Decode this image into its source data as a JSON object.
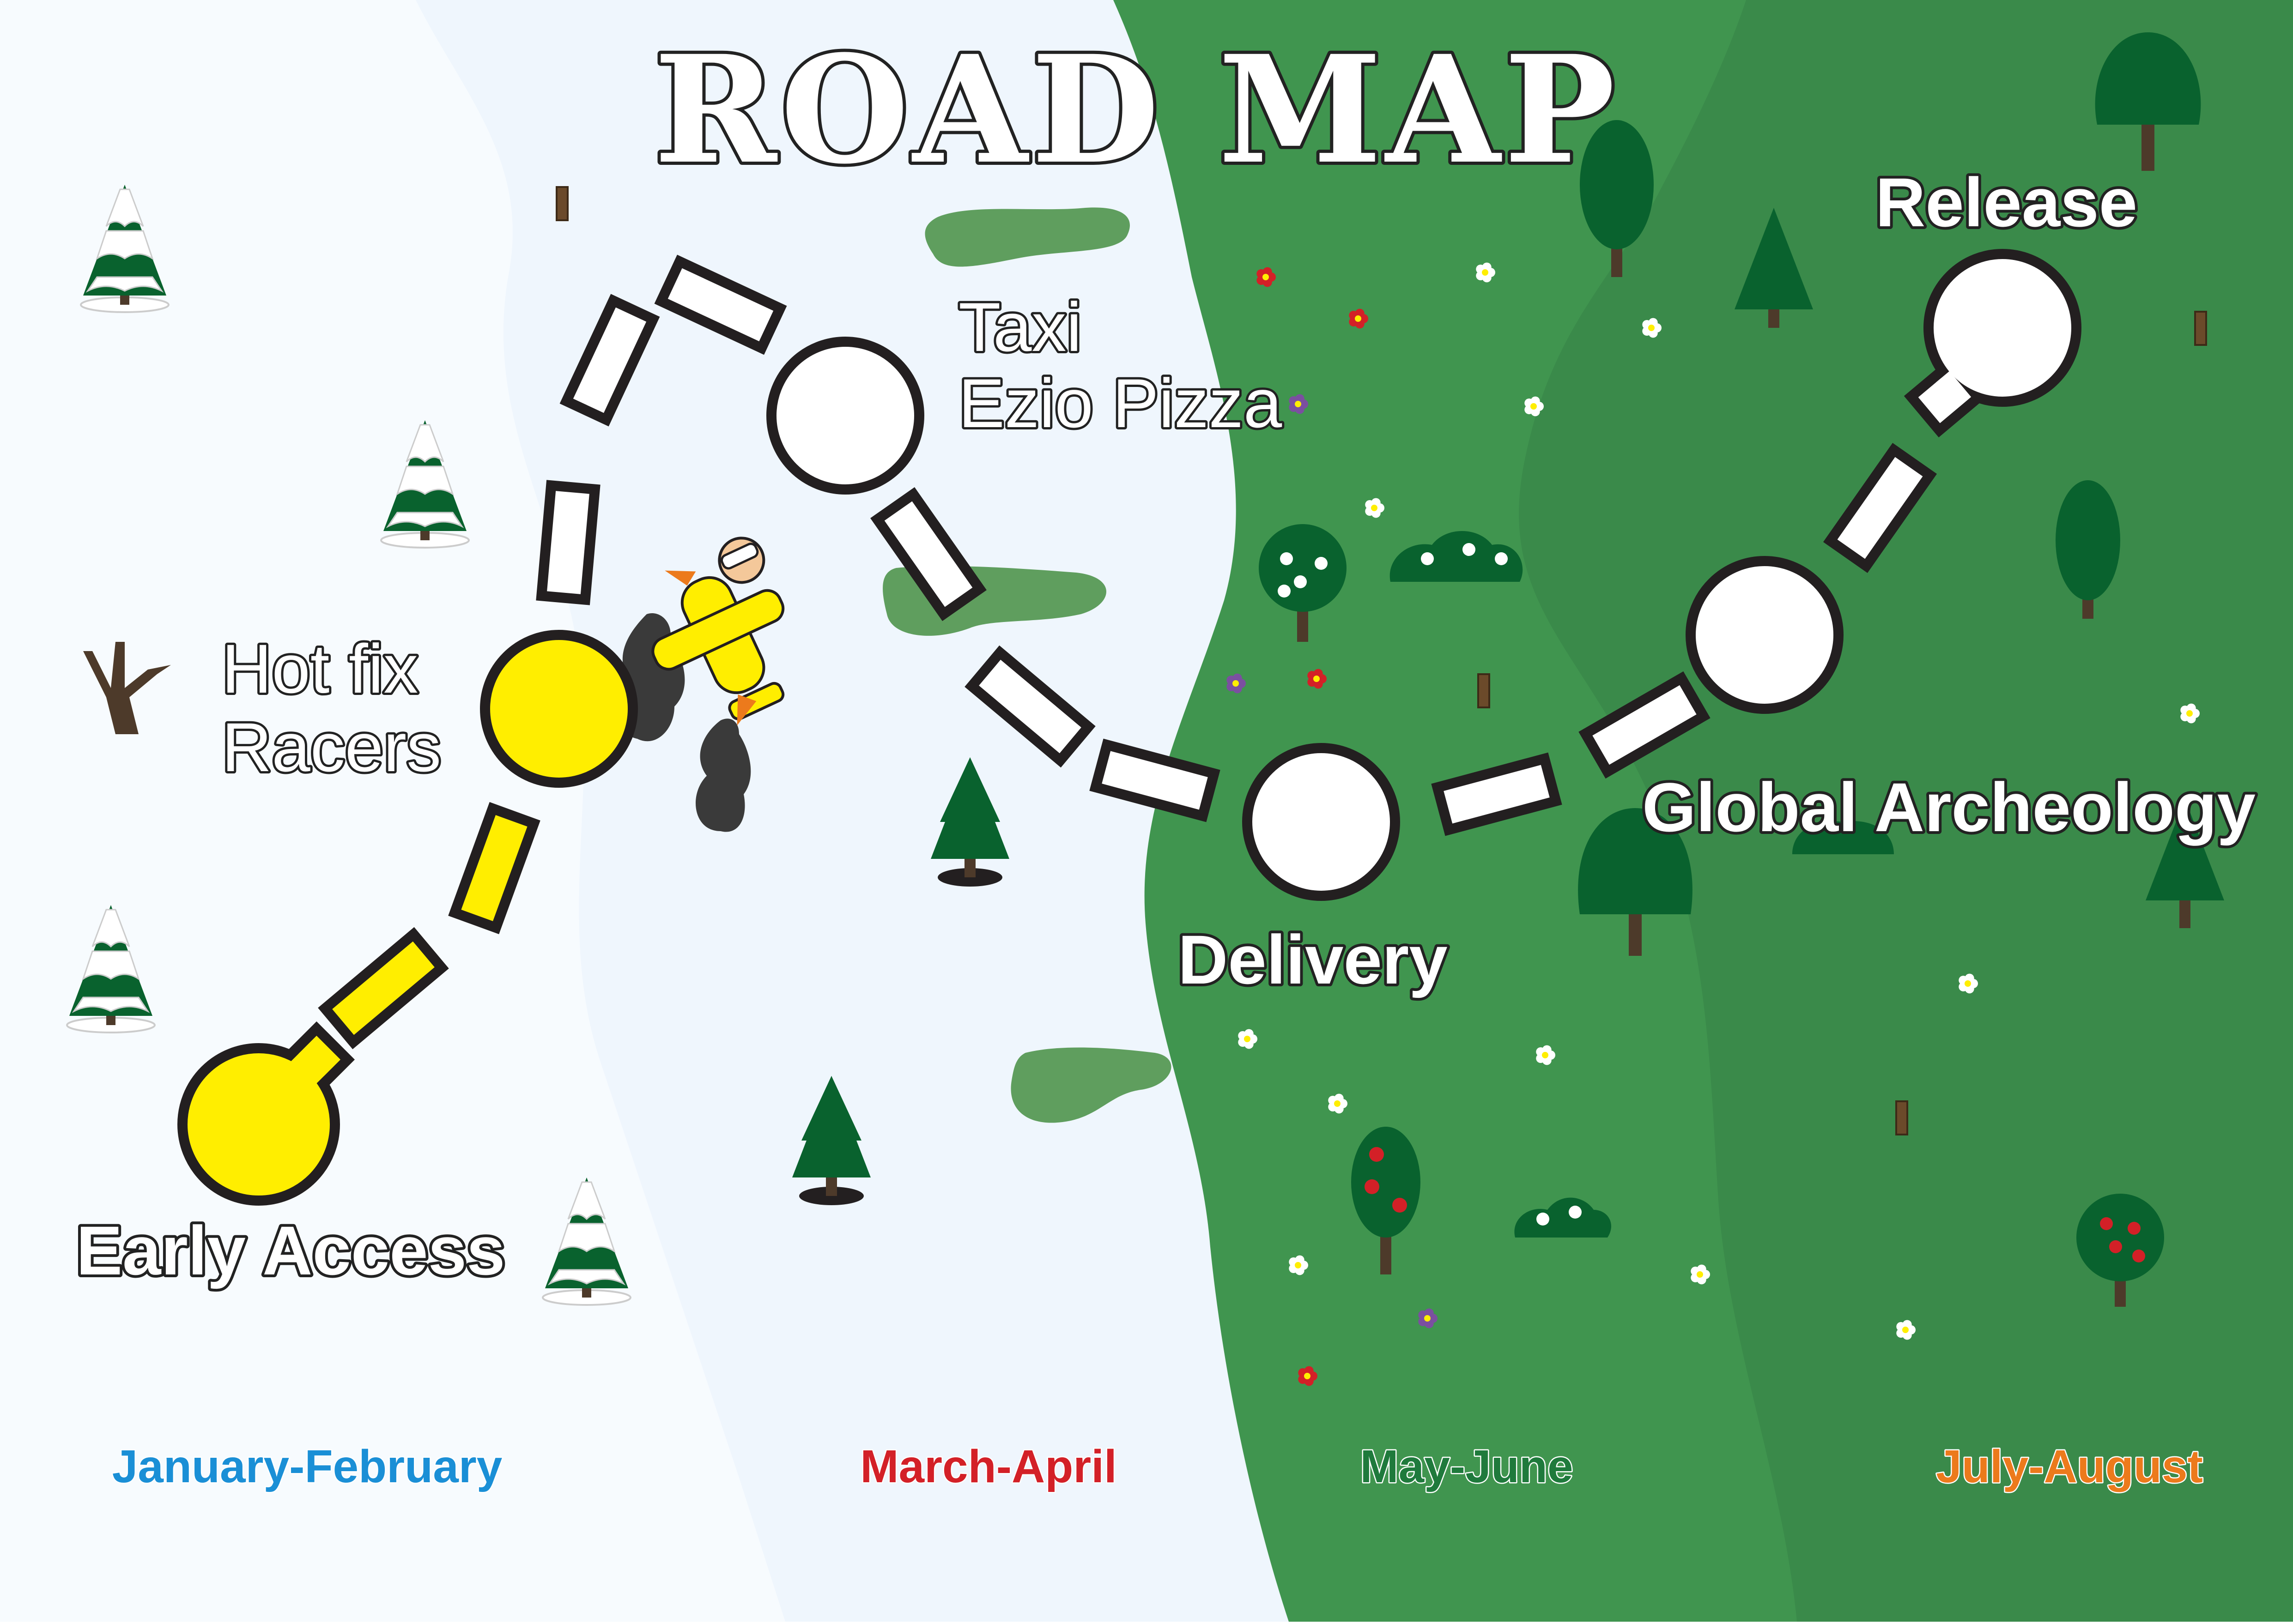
{
  "title": "ROAD MAP",
  "milestones": [
    {
      "id": "early-access",
      "lines": [
        "Early Access"
      ],
      "done": true
    },
    {
      "id": "hot-fix",
      "lines": [
        "Hot fix",
        "Racers"
      ],
      "done": true
    },
    {
      "id": "taxi",
      "lines": [
        "Taxi",
        "Ezio Pizza"
      ],
      "done": false
    },
    {
      "id": "delivery",
      "lines": [
        "Delivery"
      ],
      "done": false
    },
    {
      "id": "global-archeology",
      "lines": [
        "Global Archeology"
      ],
      "done": false
    },
    {
      "id": "release",
      "lines": [
        "Release"
      ],
      "done": false
    }
  ],
  "periods": [
    {
      "label": "January-February",
      "color": "#1a8fd6"
    },
    {
      "label": "March-April",
      "color": "#d32027"
    },
    {
      "label": "May-June",
      "color": "#1f7a3c"
    },
    {
      "label": "July-August",
      "color": "#ec7a1c"
    }
  ],
  "colors": {
    "snow": "#eff6fd",
    "grass": "#40954f",
    "grass_dark": "#3a8a4a",
    "done": "#ffee00",
    "todo": "#ffffff",
    "outline": "#231f20",
    "tree": "#09622e"
  },
  "icons": [
    "snowy-pine-icon",
    "pine-tree-icon",
    "round-tree-icon",
    "bush-icon",
    "flower-icon",
    "stump-icon",
    "dead-tree-icon",
    "plane-icon",
    "smoke-icon",
    "pond-icon"
  ]
}
